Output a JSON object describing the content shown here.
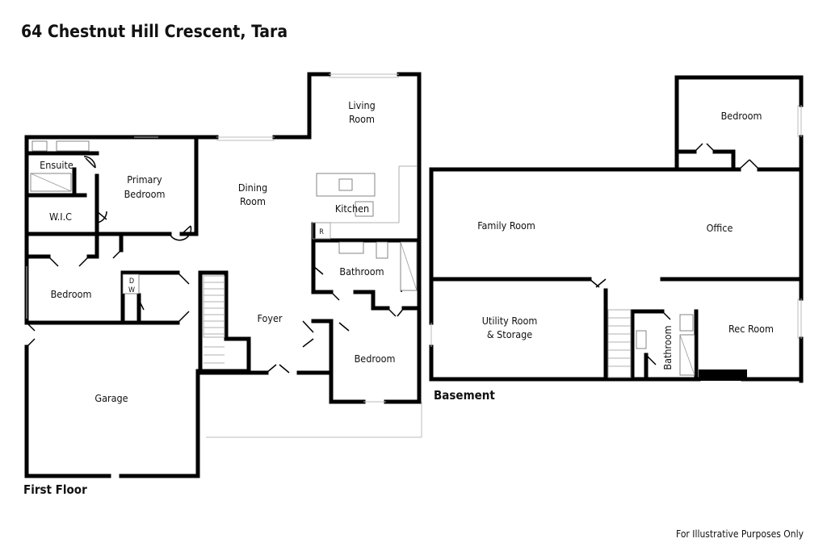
{
  "title": "64 Chestnut Hill Crescent, Tara",
  "first_floor": {
    "label": "First Floor",
    "rooms": {
      "ensuite": "Ensuite",
      "primary_bedroom_1": "Primary",
      "primary_bedroom_2": "Bedroom",
      "wic": "W.I.C",
      "bedroom_west": "Bedroom",
      "dining_1": "Dining",
      "dining_2": "Room",
      "living_1": "Living",
      "living_2": "Room",
      "kitchen": "Kitchen",
      "fridge": "R",
      "bathroom": "Bathroom",
      "dw_d": "D",
      "dw_w": "W",
      "foyer": "Foyer",
      "bedroom_south": "Bedroom",
      "garage": "Garage"
    }
  },
  "basement": {
    "label": "Basement",
    "rooms": {
      "bedroom": "Bedroom",
      "family_room": "Family Room",
      "office": "Office",
      "utility_1": "Utility Room",
      "utility_2": "& Storage",
      "bathroom": "Bathroom",
      "rec_room": "Rec Room"
    }
  },
  "footer_note": "For Illustrative Purposes Only"
}
